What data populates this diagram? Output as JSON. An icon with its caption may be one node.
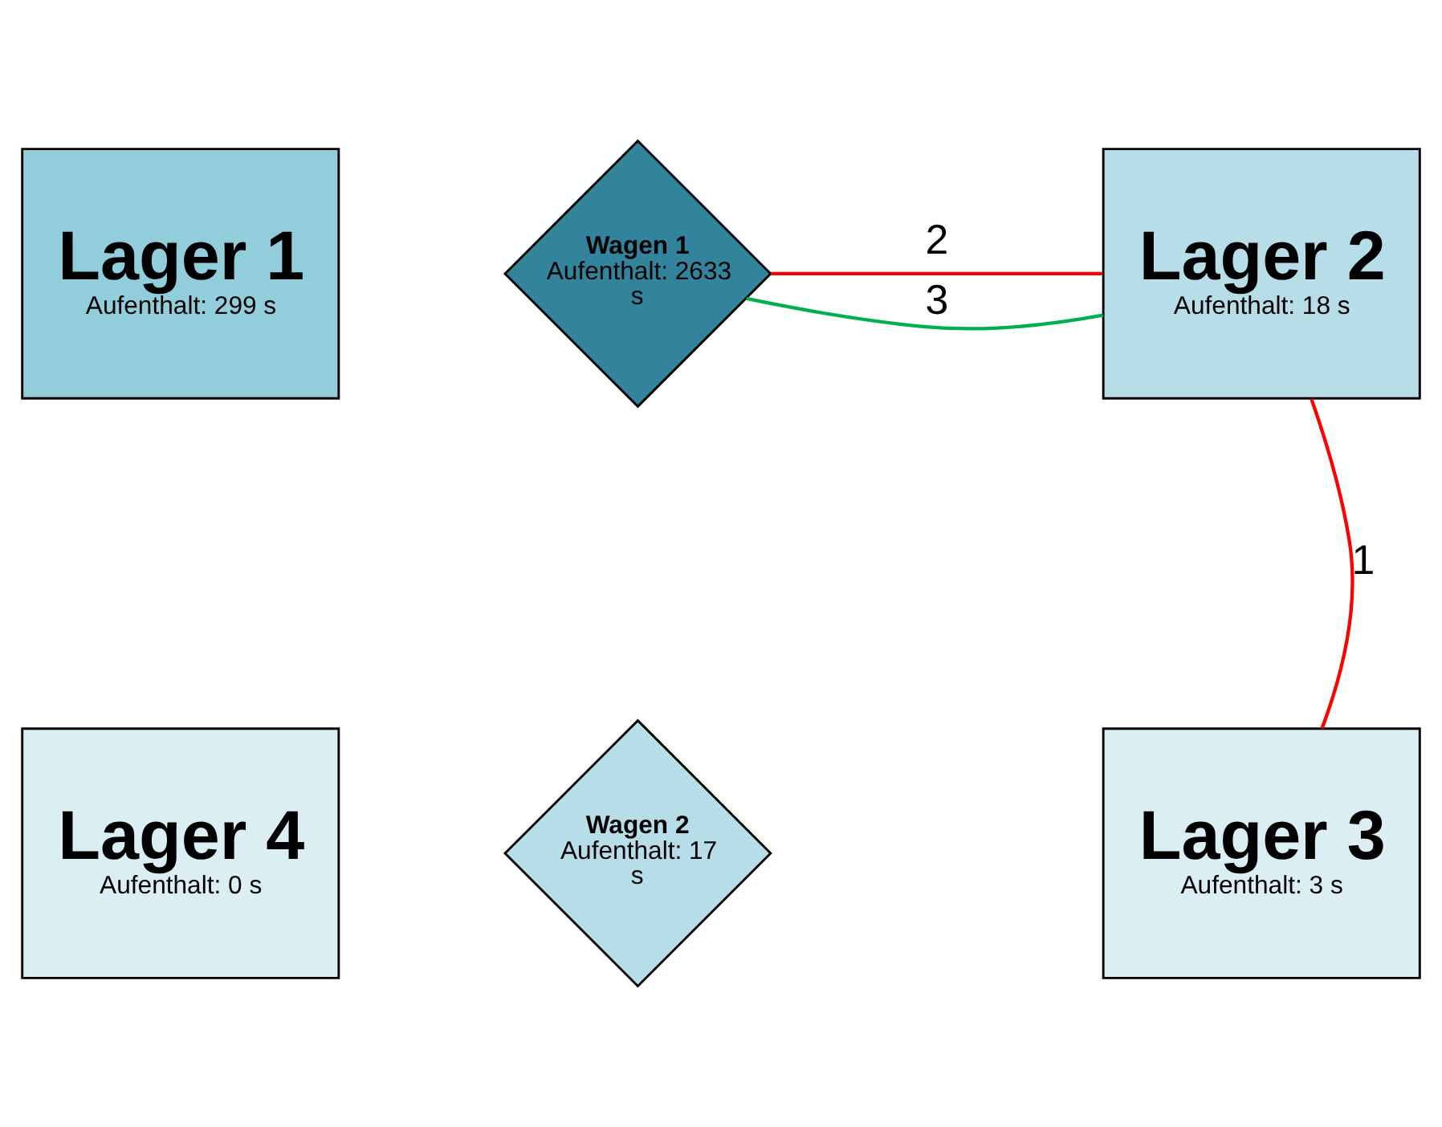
{
  "diagram": {
    "nodes": [
      {
        "text": [
          "Lager 1",
          "Aufenthalt: 299 s"
        ]
      },
      {
        "text": [
          "Wagen 1",
          "Aufenthalt: 2633 s"
        ]
      },
      {
        "text": [
          "Lager 2",
          "Aufenthalt: 18 s"
        ]
      },
      {
        "text": [
          "Lager 4",
          "Aufenthalt: 0 s"
        ]
      },
      {
        "text": [
          "Wagen 2",
          "Aufenthalt: 17 s"
        ]
      },
      {
        "text": [
          "Lager 3",
          "Aufenthalt: 3 s"
        ]
      }
    ],
    "edges": [
      {
        "from": 5,
        "to": 2,
        "arrow": "none",
        "label": "1"
      },
      {
        "from": 1,
        "to": 2,
        "arrow": "none",
        "label": "2"
      },
      {
        "from": 1,
        "to": 2,
        "arrow": "none",
        "label": "3",
        "color": "#00b050"
      }
    ]
  }
}
